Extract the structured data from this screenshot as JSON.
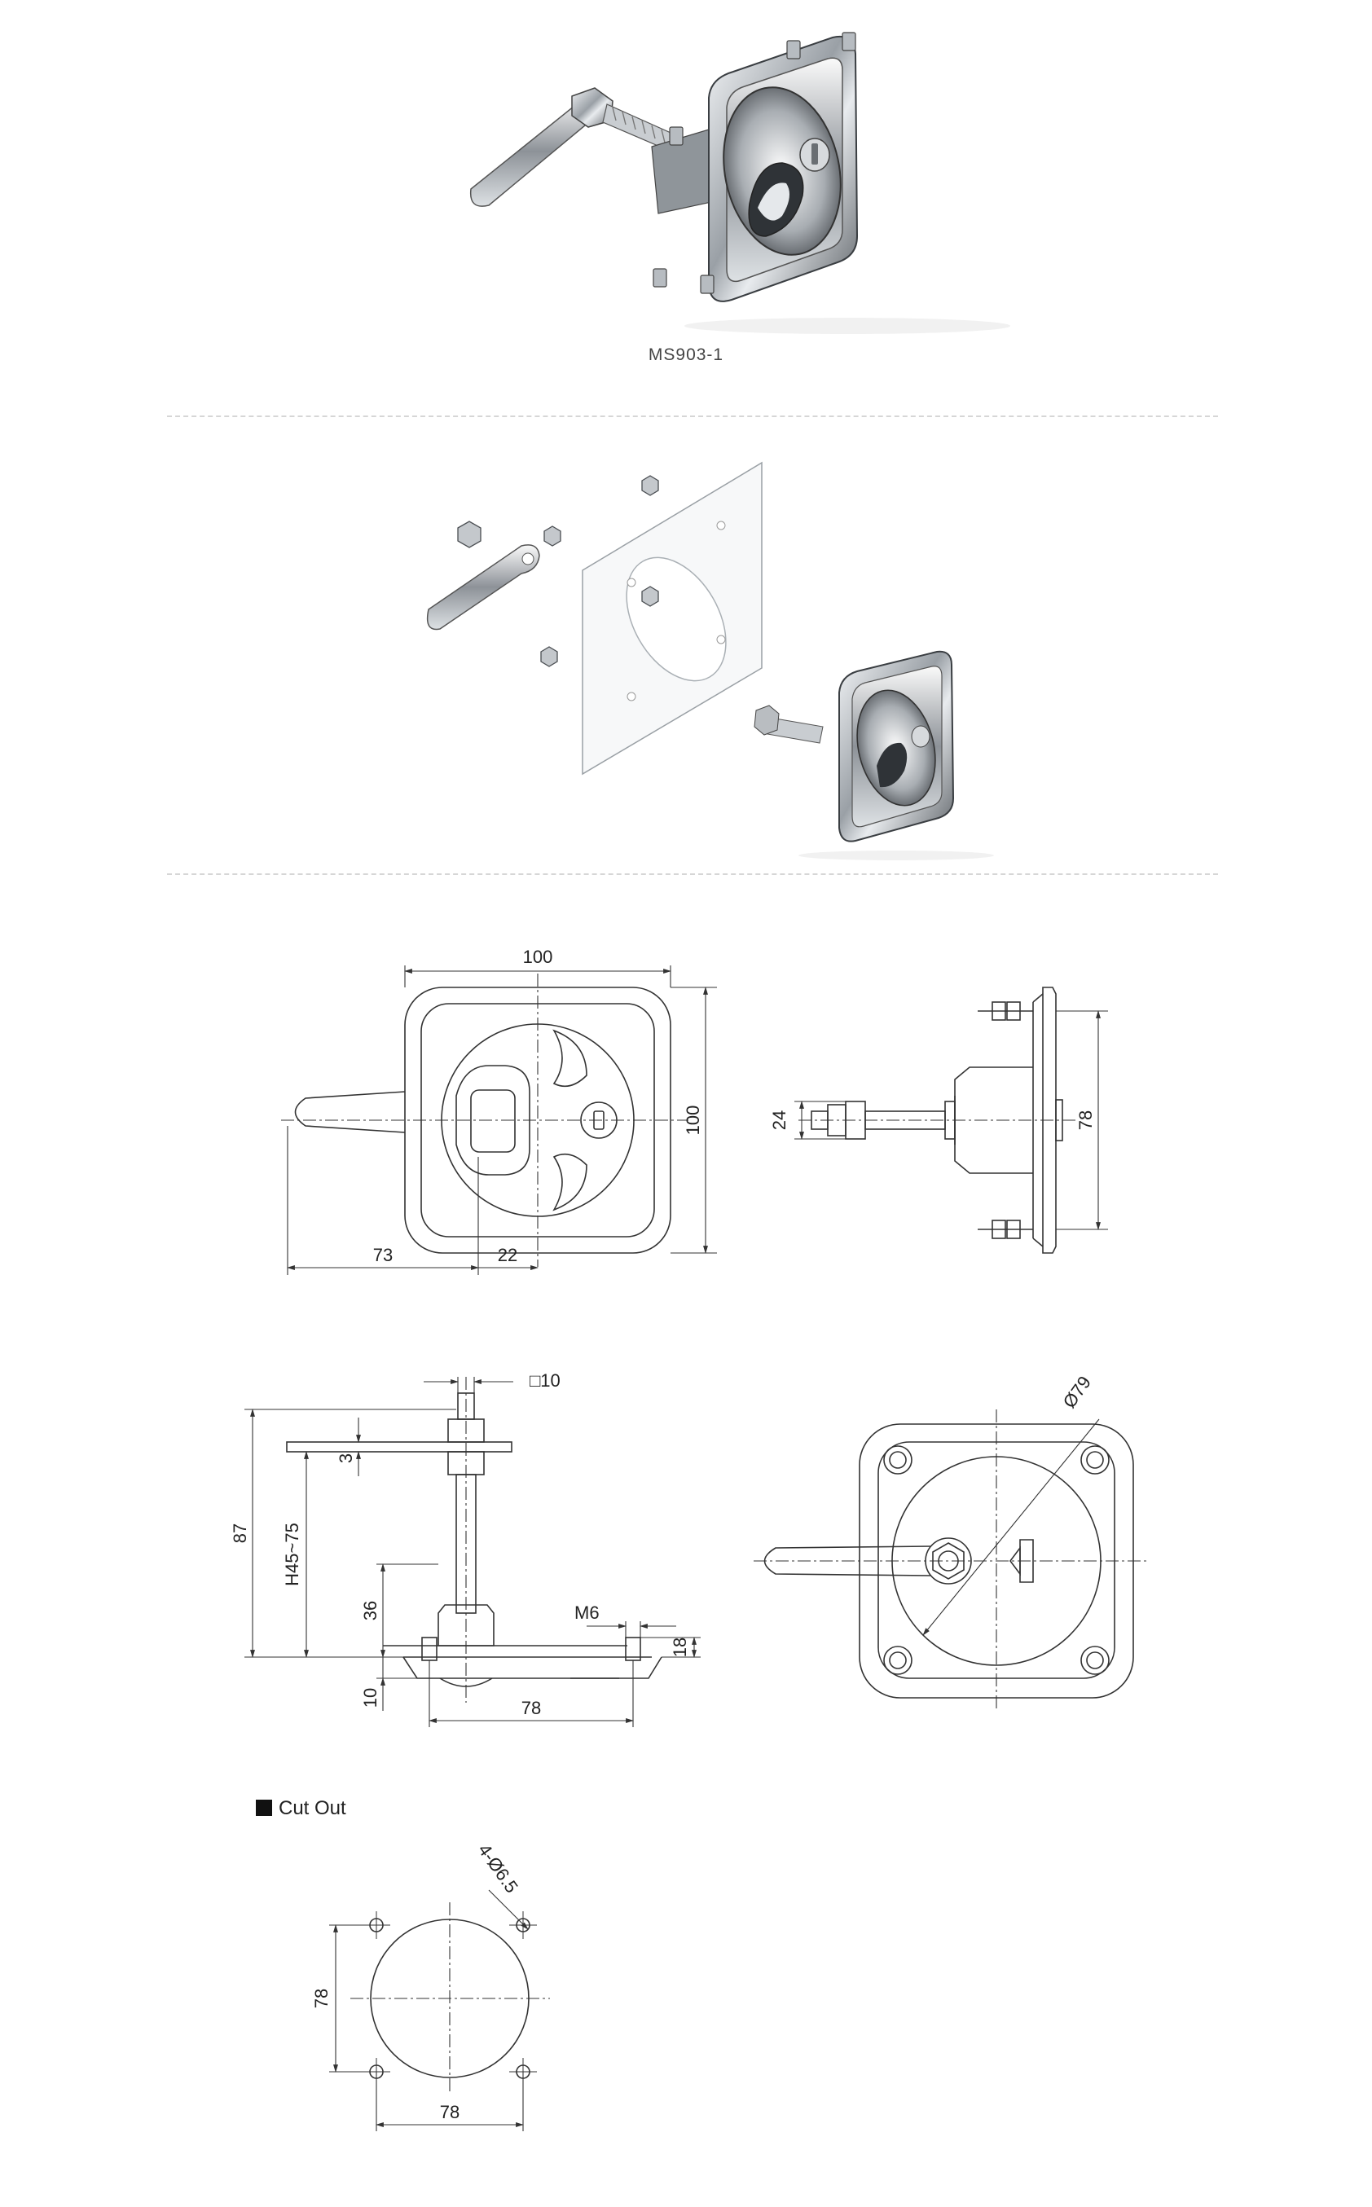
{
  "product": {
    "model": "MS903-1"
  },
  "drawing_front": {
    "width": "100",
    "height": "100",
    "handle_length": "73",
    "offset": "22"
  },
  "drawing_side": {
    "stud_height": "24",
    "hole_spacing": "78"
  },
  "drawing_section": {
    "square_drive": "□10",
    "total_height": "87",
    "range": "H45~75",
    "cam_thickness": "3",
    "body_height": "36",
    "thread": "M6",
    "flange_height": "18",
    "base_thickness": "10",
    "hole_spacing": "78"
  },
  "drawing_rear": {
    "diameter": "Ø79"
  },
  "cutout": {
    "title": "Cut Out",
    "holes": "4-Ø6.5",
    "height": "78",
    "width": "78"
  },
  "colors": {
    "line": "#333333",
    "chrome_dark": "#6b6f74",
    "chrome_light": "#e9ecef",
    "divider": "#d6d6d6"
  }
}
